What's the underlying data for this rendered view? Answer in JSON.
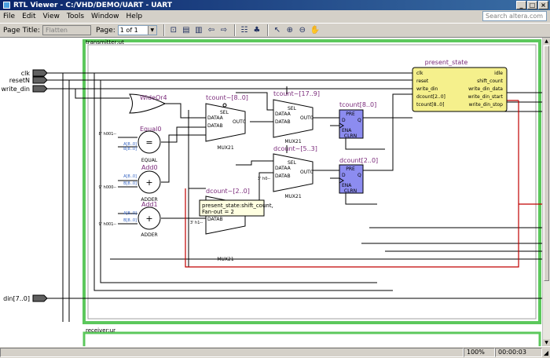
{
  "window": {
    "title": "RTL Viewer - C:/VHD/DEMO/UART - UART"
  },
  "menu": {
    "items": [
      "File",
      "Edit",
      "View",
      "Tools",
      "Window",
      "Help"
    ]
  },
  "search": {
    "placeholder": "Search altera.com"
  },
  "toolbar": {
    "page_title_label": "Page Title:",
    "page_title_value": "Flatten",
    "page_label": "Page:",
    "page_value": "1 of 1"
  },
  "schematic": {
    "instances": {
      "transmitter": "transmitter:ut",
      "receiver": "receiver:ur"
    },
    "ports": [
      "clk",
      "resetN",
      "write_din",
      "din[7..0]"
    ],
    "gates": {
      "wideor": "WideOr4",
      "equal0": "Equal0",
      "equal_type": "EQUAL",
      "add0": "Add0",
      "add1": "Add1",
      "adder_type": "ADDER"
    },
    "muxes": {
      "tcount_mux_a": "tcount~[8..0]",
      "tcount_mux_b": "tcount~[17..9]",
      "dcount_mux_a": "dcount~[2..0]",
      "dcount_mux_b": "dcount~[5..3]",
      "mux_type": "MUX21",
      "sel": "SEL",
      "dataa": "DATAA",
      "datab": "DATAB",
      "out": "OUT0"
    },
    "registers": {
      "tcount": "tcount[8..0]",
      "dcount": "dcount[2..0]",
      "pre": "PRE",
      "d": "D",
      "q": "Q",
      "ena": "ENA",
      "clrn": "CLRN"
    },
    "state_machine": {
      "name": "present_state",
      "inputs": [
        "clk",
        "reset",
        "write_din",
        "dcount[2..0]",
        "tcount[8..0]"
      ],
      "outputs": [
        "idle",
        "shift_count",
        "write_din_data",
        "write_din_start",
        "write_din_stop"
      ]
    },
    "tooltip": [
      "present_state:shift_count,",
      "Fan-out = 2"
    ],
    "tiny_labels": [
      "8' h001--",
      "A[8..0]",
      "B[8..0]",
      "9' h000--",
      "A[8..0]",
      "B[8..0]",
      "9' h001--",
      "A[8..0]",
      "B[8..0]",
      "3' h1--",
      "3' h0--"
    ]
  },
  "status": {
    "zoom": "100%",
    "time": "00:00:03"
  },
  "colors": {
    "register_fill": "#8c8cf0",
    "state_fill": "#f5f08c",
    "wire_red": "#c00000",
    "wire_green": "#5cc85c",
    "port_fill": "#606060"
  }
}
